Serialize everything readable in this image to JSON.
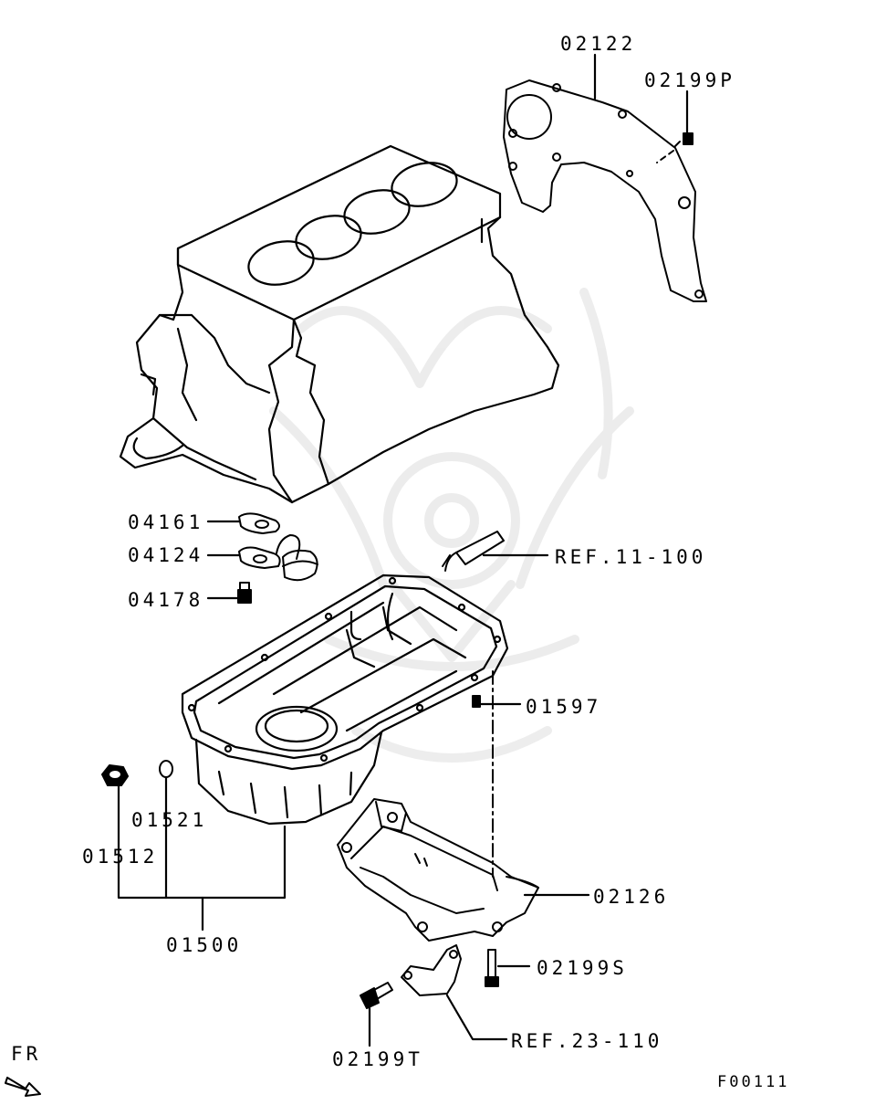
{
  "diagram": {
    "code": "F00111",
    "fr_label": "FR",
    "labels": {
      "p02122": "02122",
      "p02199P": "02199P",
      "p04161": "04161",
      "p04124": "04124",
      "p04178": "04178",
      "ref11": "REF.11-100",
      "p01597": "01597",
      "p01521": "01521",
      "p01512": "01512",
      "p01500": "01500",
      "p02126": "02126",
      "p02199S": "02199S",
      "ref23": "REF.23-110",
      "p02199T": "02199T"
    }
  }
}
